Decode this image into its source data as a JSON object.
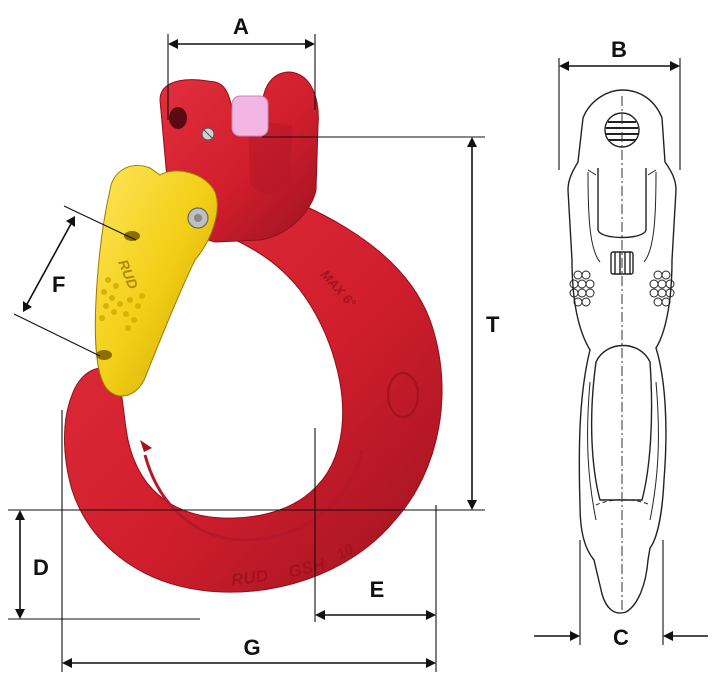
{
  "dimensions": {
    "A": "A",
    "B": "B",
    "C": "C",
    "D": "D",
    "E": "E",
    "F": "F",
    "G": "G",
    "T": "T"
  },
  "markings": {
    "brand": "RUD",
    "model": "GSH",
    "size": "10",
    "max_angle": "MAX 6°",
    "latch_brand": "RUD"
  },
  "colors": {
    "hook_red": "#d11e2d",
    "hook_red_dark": "#9e1320",
    "latch_yellow": "#f3cf17",
    "latch_yellow_dark": "#c9a400",
    "pin_pink": "#f2b5e4"
  }
}
